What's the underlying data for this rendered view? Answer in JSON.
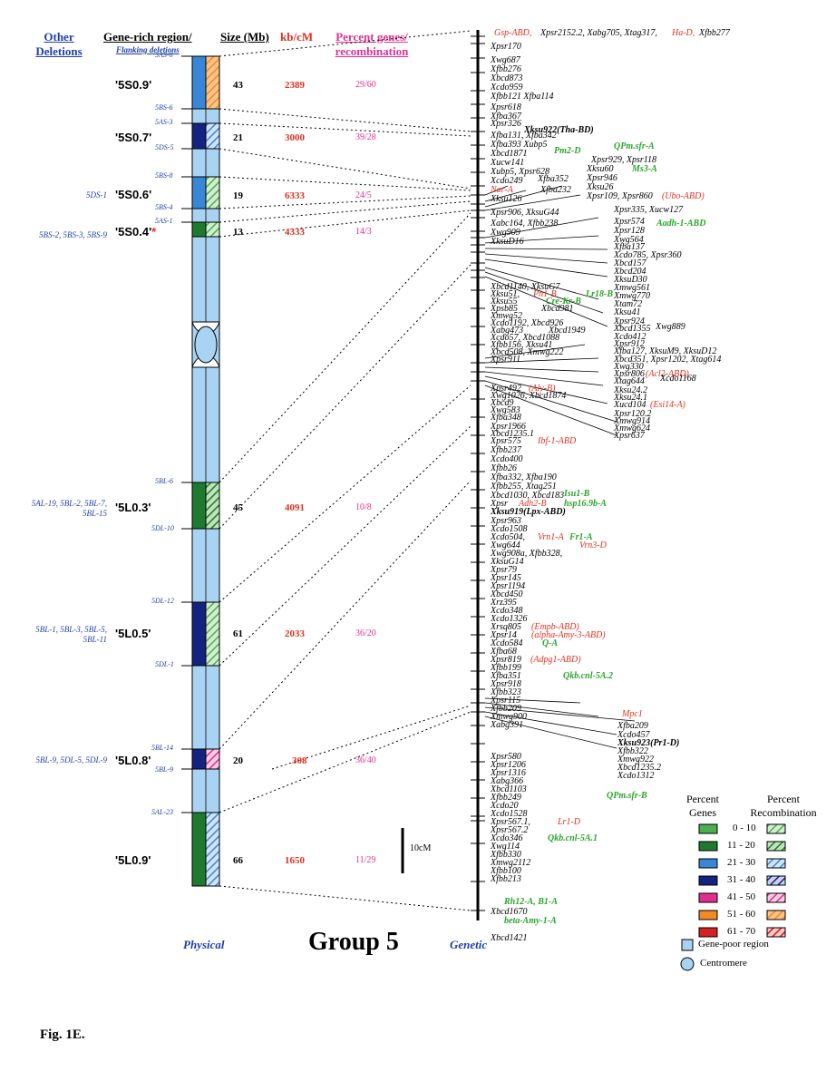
{
  "headers": {
    "other_deletions": "Other Deletions",
    "gene_rich": "Gene-rich region/",
    "flanking": "Flanking deletions",
    "size": "Size (Mb)",
    "kbcm": "kb/cM",
    "percent": "Percent genes/ recombination"
  },
  "regions": [
    {
      "name": "'5S0.9'",
      "size": "43",
      "kb": "2389",
      "pct": "29/60",
      "deletions": ""
    },
    {
      "name": "'5S0.7'",
      "size": "21",
      "kb": "3000",
      "pct": "39/28",
      "deletions": ""
    },
    {
      "name": "'5S0.6'",
      "size": "19",
      "kb": "6333",
      "pct": "24/5",
      "deletions": "5DS-1"
    },
    {
      "name": "'5S0.4'",
      "size": "13",
      "kb": "4333",
      "pct": "14/3",
      "deletions": "5BS-2, 5BS-3, 5BS-9"
    },
    {
      "name": "'5L0.3'",
      "size": "45",
      "kb": "4091",
      "pct": "10/8",
      "deletions": "5AL-19, 5BL-2, 5BL-7, 5BL-15"
    },
    {
      "name": "'5L0.5'",
      "size": "61",
      "kb": "2033",
      "pct": "36/20",
      "deletions": "5BL-1, 5BL-3, 5BL-5, 5BL-11"
    },
    {
      "name": "'5L0.8'",
      "size": "20",
      "kb": "308",
      "pct": "36/40",
      "deletions": "5BL-9, 5DL-5, 5DL-9"
    },
    {
      "name": "'5L0.9'",
      "size": "66",
      "kb": "1650",
      "pct": "11/29",
      "deletions": ""
    }
  ],
  "asterisk": "*",
  "breakpoints": [
    "5AS-6",
    "5BS-6",
    "5AS-3",
    "5DS-5",
    "5BS-8",
    "5BS-4",
    "5AS-1",
    "5BL-6",
    "5DL-10",
    "5DL-12",
    "5DL-1",
    "5BL-14",
    "5BL-9",
    "5AL-23"
  ],
  "markers": [
    {
      "t": "Gsp-ABD,",
      "c": "red"
    },
    {
      "t": "Xpsr2152.2, Xabg705, Xtag317,",
      "c": "black"
    },
    {
      "t": "Ha-D,",
      "c": "red"
    },
    {
      "t": "Xfbb277",
      "c": "black"
    },
    {
      "t": "Xpsr170",
      "c": "black"
    },
    {
      "t": "Xwg687",
      "c": "black"
    },
    {
      "t": "Xfbb276",
      "c": "black"
    },
    {
      "t": "Xbcd873",
      "c": "black"
    },
    {
      "t": "Xcdo959",
      "c": "black"
    },
    {
      "t": "Xfbb121 Xfba114",
      "c": "black"
    },
    {
      "t": "Xpsr618",
      "c": "black"
    },
    {
      "t": "Xfba367",
      "c": "black"
    },
    {
      "t": "Xpsr326",
      "c": "black"
    },
    {
      "t": "Xksu922(Tha-BD)",
      "c": "bold"
    },
    {
      "t": "Xfba131, Xfba342",
      "c": "black"
    },
    {
      "t": "Xfba393 Xubp5",
      "c": "black"
    },
    {
      "t": "Xbcd1871",
      "c": "black"
    },
    {
      "t": "Pm2-D",
      "c": "green"
    },
    {
      "t": "QPm.sfr-A",
      "c": "green"
    },
    {
      "t": "Xucw141",
      "c": "black"
    },
    {
      "t": "Xpsr929, Xpsr118",
      "c": "black"
    },
    {
      "t": "Xubp5, Xpsr628",
      "c": "black"
    },
    {
      "t": "Xksu60",
      "c": "black"
    },
    {
      "t": "Ms3-A",
      "c": "green"
    },
    {
      "t": "Xcdo249",
      "c": "black"
    },
    {
      "t": "Xfba352",
      "c": "black"
    },
    {
      "t": "Xpsr946",
      "c": "black"
    },
    {
      "t": "Xfba232",
      "c": "black"
    },
    {
      "t": "Nar-A",
      "c": "red"
    },
    {
      "t": "Xksu26",
      "c": "black"
    },
    {
      "t": "Xksu126",
      "c": "black"
    },
    {
      "t": "Xpsr109, Xpsr860",
      "c": "black"
    },
    {
      "t": "(Ubo-ABD)",
      "c": "red"
    },
    {
      "t": "Xpsr906, XksuG44",
      "c": "black"
    },
    {
      "t": "Xpsr335, Xucw127",
      "c": "black"
    },
    {
      "t": "Xabc164, Xfbb238",
      "c": "black"
    },
    {
      "t": "Xpsr574",
      "c": "black"
    },
    {
      "t": "Aadh-1-ABD",
      "c": "green"
    },
    {
      "t": "Xwg909",
      "c": "black"
    },
    {
      "t": "Xpsr128",
      "c": "black"
    },
    {
      "t": "XksuD16",
      "c": "black"
    },
    {
      "t": "Xwg564",
      "c": "black"
    },
    {
      "t": "Xfba137",
      "c": "black"
    },
    {
      "t": "Xcdo785, Xpsr360",
      "c": "black"
    },
    {
      "t": "Xbcd157",
      "c": "black"
    },
    {
      "t": "Xbcd204",
      "c": "black"
    },
    {
      "t": "XksuD30",
      "c": "black"
    },
    {
      "t": "Xbcd1140, XksuG7",
      "c": "black"
    },
    {
      "t": "Xmwg561",
      "c": "black"
    },
    {
      "t": "Xksu51,",
      "c": "black"
    },
    {
      "t": "Ph1-B",
      "c": "red"
    },
    {
      "t": "Lr18-B",
      "c": "green"
    },
    {
      "t": "Xmwg770",
      "c": "black"
    },
    {
      "t": "Xksu55",
      "c": "black"
    },
    {
      "t": "Cre-Kr-B",
      "c": "green"
    },
    {
      "t": "Xtam72",
      "c": "black"
    },
    {
      "t": "Xpsb85",
      "c": "black"
    },
    {
      "t": "Xbcd981",
      "c": "black"
    },
    {
      "t": "Xmwg52",
      "c": "black"
    },
    {
      "t": "Xksu41",
      "c": "black"
    },
    {
      "t": "Xcdo1192, Xbcd926",
      "c": "black"
    },
    {
      "t": "Xpsr924",
      "c": "black"
    },
    {
      "t": "Xbcd1355",
      "c": "black"
    },
    {
      "t": "Xwg889",
      "c": "black"
    },
    {
      "t": "Xabg473",
      "c": "black"
    },
    {
      "t": "Xbcd1949",
      "c": "black"
    },
    {
      "t": "Xcdo412",
      "c": "black"
    },
    {
      "t": "Xcdo57, Xbcd1088",
      "c": "black"
    },
    {
      "t": "Xpsr912",
      "c": "black"
    },
    {
      "t": "Xfbb156, Xksu41",
      "c": "black"
    },
    {
      "t": "Xfba127, XksuM9, XksuD12",
      "c": "black"
    },
    {
      "t": "Xbcd508, Xmwg222",
      "c": "black"
    },
    {
      "t": "Xbcd351, Xpsr1202, Xtag614",
      "c": "black"
    },
    {
      "t": "Xpsr911",
      "c": "black"
    },
    {
      "t": "Xwg330",
      "c": "black"
    },
    {
      "t": "Xpsr806",
      "c": "black"
    },
    {
      "t": "(Acl2-ABD)",
      "c": "red"
    },
    {
      "t": "Xtag644",
      "c": "black"
    },
    {
      "t": "Xcdo1168",
      "c": "black"
    },
    {
      "t": "Xksu24.2",
      "c": "black"
    },
    {
      "t": "Xpsr492",
      "c": "black"
    },
    {
      "t": "(Aly-B)",
      "c": "red"
    },
    {
      "t": "Xksu24.1",
      "c": "black"
    },
    {
      "t": "Xwg1026, Xbcd1874",
      "c": "black"
    },
    {
      "t": "Xucd104",
      "c": "black"
    },
    {
      "t": "(Esi14-A)",
      "c": "red"
    },
    {
      "t": "Xbcd9",
      "c": "black"
    },
    {
      "t": "Xpsr120.2",
      "c": "black"
    },
    {
      "t": "Xwg583",
      "c": "black"
    },
    {
      "t": "Xmwg914",
      "c": "black"
    },
    {
      "t": "Xfba348",
      "c": "black"
    },
    {
      "t": "Xmwg624",
      "c": "black"
    },
    {
      "t": "Xpsr1966",
      "c": "black"
    },
    {
      "t": "Xpsr637",
      "c": "black"
    },
    {
      "t": "Xbcd1235.1",
      "c": "black"
    },
    {
      "t": "Xpsr575",
      "c": "black"
    },
    {
      "t": "Ibf-1-ABD",
      "c": "red"
    },
    {
      "t": "Xfbb237",
      "c": "black"
    },
    {
      "t": "Xcdo400",
      "c": "black"
    },
    {
      "t": "Xfbb26",
      "c": "black"
    },
    {
      "t": "Xfba332, Xfba190",
      "c": "black"
    },
    {
      "t": "Xfbb255, Xtag251",
      "c": "black"
    },
    {
      "t": "Xbcd1030, Xbcd183",
      "c": "black"
    },
    {
      "t": "Isu1-B",
      "c": "green"
    },
    {
      "t": "Xpsr",
      "c": "black"
    },
    {
      "t": "Adh2-B",
      "c": "red"
    },
    {
      "t": "Xksu919(Lpx-ABD)",
      "c": "bold"
    },
    {
      "t": "hsp16.9b-A",
      "c": "green"
    },
    {
      "t": "Xpsr963",
      "c": "black"
    },
    {
      "t": "Xcdo1508",
      "c": "black"
    },
    {
      "t": "Xcdo504,",
      "c": "black"
    },
    {
      "t": "Vrn1-A",
      "c": "red"
    },
    {
      "t": "Xwg644",
      "c": "black"
    },
    {
      "t": "Fr1-A",
      "c": "green"
    },
    {
      "t": "Xwg908a, Xfbb328,",
      "c": "black"
    },
    {
      "t": "Vrn3-D",
      "c": "red"
    },
    {
      "t": "XksuG14",
      "c": "black"
    },
    {
      "t": "Xpsr79",
      "c": "black"
    },
    {
      "t": "Xpsr145",
      "c": "black"
    },
    {
      "t": "Xpsr1194",
      "c": "black"
    },
    {
      "t": "Xbcd450",
      "c": "black"
    },
    {
      "t": "Xrz395",
      "c": "black"
    },
    {
      "t": "Xcdo348",
      "c": "black"
    },
    {
      "t": "Xcdo1326",
      "c": "black"
    },
    {
      "t": "Xrsq805",
      "c": "black"
    },
    {
      "t": "(Empb-ABD)",
      "c": "red"
    },
    {
      "t": "Xpsr14",
      "c": "black"
    },
    {
      "t": "(alpha-Amy-3-ABD)",
      "c": "red"
    },
    {
      "t": "Xcdo584",
      "c": "black"
    },
    {
      "t": "Q-A",
      "c": "green"
    },
    {
      "t": "Xfba68",
      "c": "black"
    },
    {
      "t": "Xpsr819",
      "c": "black"
    },
    {
      "t": "(Adpg1-ABD)",
      "c": "red"
    },
    {
      "t": "Xfbb199",
      "c": "black"
    },
    {
      "t": "Xfba351",
      "c": "black"
    },
    {
      "t": "Qkb.cnl-5A.2",
      "c": "green"
    },
    {
      "t": "Xpsr918",
      "c": "black"
    },
    {
      "t": "Xfbb323",
      "c": "black"
    },
    {
      "t": "Xpsr115",
      "c": "black"
    },
    {
      "t": "Xfbb209",
      "c": "black"
    },
    {
      "t": "Xmwg900",
      "c": "black"
    },
    {
      "t": "Mpc1",
      "c": "red"
    },
    {
      "t": "Xabg391",
      "c": "black"
    },
    {
      "t": "Xfba209",
      "c": "black"
    },
    {
      "t": "Xcdo457",
      "c": "black"
    },
    {
      "t": "Xksu923(Pr1-D)",
      "c": "bold"
    },
    {
      "t": "Xfbb322",
      "c": "black"
    },
    {
      "t": "Xpsr580",
      "c": "black"
    },
    {
      "t": "Xmwg922",
      "c": "black"
    },
    {
      "t": "Xpsr1206",
      "c": "black"
    },
    {
      "t": "Xbcd1235.2",
      "c": "black"
    },
    {
      "t": "Xpsr1316",
      "c": "black"
    },
    {
      "t": "Xcdo1312",
      "c": "black"
    },
    {
      "t": "Xabg366",
      "c": "black"
    },
    {
      "t": "Xbcd1103",
      "c": "black"
    },
    {
      "t": "Xfbb249",
      "c": "black"
    },
    {
      "t": "QPm.sfr-B",
      "c": "green"
    },
    {
      "t": "Xcdo20",
      "c": "black"
    },
    {
      "t": "Xcdo1528",
      "c": "black"
    },
    {
      "t": "Xpsr567.1,",
      "c": "black"
    },
    {
      "t": "Lr1-D",
      "c": "red"
    },
    {
      "t": "Xpsr567.2",
      "c": "black"
    },
    {
      "t": "Xcdo346",
      "c": "black"
    },
    {
      "t": "Qkb.cnl-5A.1",
      "c": "green"
    },
    {
      "t": "Xwg114",
      "c": "black"
    },
    {
      "t": "Xfbb330",
      "c": "black"
    },
    {
      "t": "Xmwg2112",
      "c": "black"
    },
    {
      "t": "Xfbb100",
      "c": "black"
    },
    {
      "t": "Xfbb213",
      "c": "black"
    },
    {
      "t": "Rh12-A, B1-A",
      "c": "green"
    },
    {
      "t": "Xbcd1670",
      "c": "black"
    },
    {
      "t": "beta-Amy-1-A",
      "c": "green"
    },
    {
      "t": "Xbcd1421",
      "c": "black"
    }
  ],
  "scale_label": "10cM",
  "footer": {
    "physical": "Physical",
    "group": "Group 5",
    "genetic": "Genetic",
    "fig": "Fig. 1E."
  },
  "legend": {
    "genes_header": "Percent Genes",
    "recomb_header": "Percent Recombination",
    "rows": [
      {
        "range": "0 - 10",
        "color": "#4caf50"
      },
      {
        "range": "11 - 20",
        "color": "#1e7a2e"
      },
      {
        "range": "21 - 30",
        "color": "#3a86d6"
      },
      {
        "range": "31 - 40",
        "color": "#14237f"
      },
      {
        "range": "41 - 50",
        "color": "#e0308f"
      },
      {
        "range": "51 - 60",
        "color": "#f08a24"
      },
      {
        "range": "61 - 70",
        "color": "#d42020"
      }
    ],
    "gene_poor": "Gene-poor region",
    "centromere": "Centromere",
    "gene_poor_color": "#a9d3f2"
  }
}
